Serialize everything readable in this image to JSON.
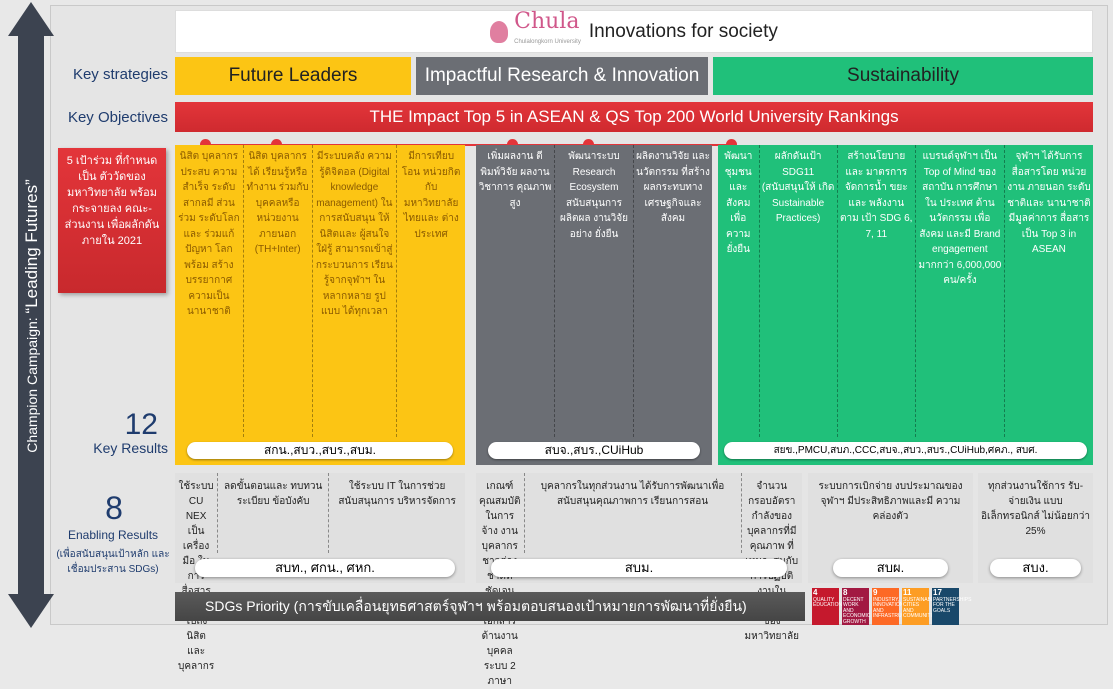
{
  "header": {
    "brand": "Chula",
    "brand_sub": "Chulalongkorn University",
    "tagline": "Innovations for society"
  },
  "campaign": {
    "prefix": "Champion Campaign:",
    "title": "“Leading Futures”"
  },
  "labels": {
    "key_strategies": "Key strategies",
    "key_objectives": "Key Objectives",
    "key_results_num": "12",
    "key_results": "Key Results",
    "enabling_num": "8",
    "enabling": "Enabling Results",
    "enabling_sub": "(เพื่อสนับสนุนเป้าหลัก และเชื่อมประสาน SDGs)"
  },
  "strategies": [
    "Future Leaders",
    "Impactful Research & Innovation",
    "Sustainability"
  ],
  "objective": "THE Impact Top 5 in ASEAN & QS Top 200 World University Rankings",
  "goal_box": "5 เป้าร่วม ที่กำหนดเป็น ตัววัดของ มหาวิทยาลัย พร้อม กระจายลง คณะ-ส่วนงาน เพื่อผลักดัน ภายใน 2021",
  "future_leaders": {
    "cells": [
      "นิสิต บุคลากร ประสบ ความสำเร็จ ระดับสากลมี ส่วนร่วม ระดับโลกและ ร่วมแก้ปัญหา โลกพร้อม สร้าง บรรยากาศ ความเป็น นานาชาติ",
      "นิสิต บุคลากรได้ เรียนรู้หรือ ทำงาน ร่วมกับ บุคคลหรือ หน่วยงาน ภายนอก (TH+Inter)",
      "มีระบบคลัง ความรู้ดิจิตอล (Digital knowledge management) ในการสนับสนุน ให้นิสิตและ ผู้สนใจใฝ่รู้ สามารถเข้าสู่ กระบวนการ เรียนรู้จากจุฬาฯ ในหลากหลาย รูปแบบ ได้ทุกเวลา",
      "มีการเทียบ โอน หน่วยกิต กับ มหาวิทยาลัย ไทยและ ต่างประเทศ"
    ],
    "owner": "สกน.,สบว.,สบร.,สบม."
  },
  "research": {
    "cells": [
      "เพิ่มผลงาน ตีพิมพ์วิจัย ผลงาน วิชาการ คุณภาพสูง",
      "พัฒนาระบบ Research Ecosystem สนับสนุนการ ผลิตผล งานวิจัยอย่าง ยั่งยืน",
      "ผลิตงานวิจัย และนวัตกรรม ที่สร้าง ผลกระทบทาง เศรษฐกิจและ สังคม"
    ],
    "owner": "สบจ.,สบร.,CUiHub"
  },
  "sustainability": {
    "cells": [
      "พัฒนา ชุมชน และ สังคม เพื่อ ความ ยั่งยืน",
      "ผลักดันเป้า SDG11 (สนับสนุนให้ เกิด Sustainable Practices)",
      "สร้างนโยบาย และ มาตรการ จัดการน้ำ ขยะ และ พลังงาน ตาม เป้า SDG 6, 7, 11",
      "แบรนด์จุฬาฯ เป็น Top of Mind ของ สถาบัน การศึกษาใน ประเทศ ด้านนวัตกรรม เพื่อสังคม และมี Brand engagement มากกว่า 6,000,000 คน/ครั้ง",
      "จุฬาฯ ได้รับการ สื่อสารโดย หน่วยงาน ภายนอก ระดับชาติและ นานาชาติ มีมูลค่าการ สื่อสารเป็น Top 3 in ASEAN"
    ],
    "owner": "สยข.,PMCU,สบภ.,CCC,สบจ.,สบว.,สบร.,CUiHub,ศคภ., สบศ."
  },
  "enabling": {
    "g1": {
      "cells": [
        "ใช้ระบบ CU NEX เป็นเครื่องมือ ในการสื่อสารเชิงรุก ไปถึงนิสิตและบุคลากร",
        "ลดขั้นตอนและ ทบทวน ระเบียบ ข้อบังคับ",
        "ใช้ระบบ IT ในการช่วย สนับสนุนการ บริหารจัดการ"
      ],
      "owner": "สบท., ศกน., ศหก."
    },
    "g2": {
      "cells": [
        "เกณฑ์คุณสมบัติในการจ้าง งานบุคลากรชาวต่างชาติที่ ชัดเจน และเอกสารด้านงาน บุคคลระบบ 2 ภาษา",
        "บุคลากรในทุกส่วนงาน ได้รับการพัฒนาเพื่อ สนับสนุนคุณภาพการ เรียนการสอน",
        "จำนวนกรอบอัตรากำลังของ บุคลากรที่มีคุณภาพ ที่ เหมาะสมกับการปฏิบัติงานใน เชิงกลยุทธ์ของมหาวิทยาลัย"
      ],
      "owner": "สบม."
    },
    "g3": {
      "cells": [
        "ระบบการเบิกจ่าย งบประมาณของจุฬาฯ มีประสิทธิภาพและมี ความคล่องตัว"
      ],
      "owner": "สบผ."
    },
    "g4": {
      "cells": [
        "ทุกส่วนงานใช้การ รับ-จ่ายเงิน แบบอิเล็กทรอนิกส์ ไม่น้อยกว่า 25%"
      ],
      "owner": "สบง."
    }
  },
  "sdg_priority": "SDGs Priority (การขับเคลื่อนยุทธศาสตร์จุฬาฯ พร้อมตอบสนองเป้าหมายการพัฒนาที่ยั่งยืน)",
  "sdgs": [
    {
      "num": "4",
      "title": "QUALITY EDUCATION",
      "color": "#c5192d"
    },
    {
      "num": "8",
      "title": "DECENT WORK AND ECONOMIC GROWTH",
      "color": "#a21942"
    },
    {
      "num": "9",
      "title": "INDUSTRY, INNOVATION AND INFRASTRUCTURE",
      "color": "#fd6925"
    },
    {
      "num": "11",
      "title": "SUSTAINABLE CITIES AND COMMUNITIES",
      "color": "#fd9d24"
    },
    {
      "num": "17",
      "title": "PARTNERSHIPS FOR THE GOALS",
      "color": "#19486a"
    }
  ],
  "colors": {
    "yellow": "#fcc514",
    "gray": "#6b6e74",
    "green": "#20c07a",
    "red": "#e3353a",
    "navy": "#1f3c6e"
  }
}
